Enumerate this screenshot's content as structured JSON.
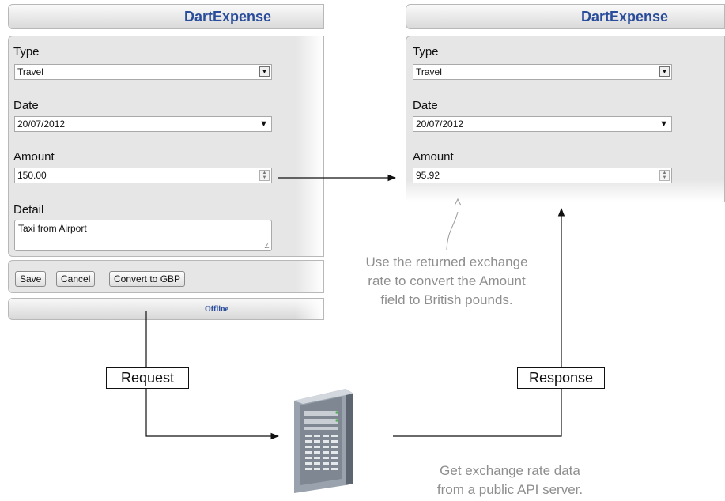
{
  "left_app": {
    "title": "DartExpense",
    "type_label": "Type",
    "type_value": "Travel",
    "date_label": "Date",
    "date_value": "20/07/2012",
    "amount_label": "Amount",
    "amount_value": "150.00",
    "detail_label": "Detail",
    "detail_value": "Taxi from Airport",
    "buttons": {
      "save": "Save",
      "cancel": "Cancel",
      "convert": "Convert to GBP"
    },
    "status": "Offline"
  },
  "right_app": {
    "title": "DartExpense",
    "type_label": "Type",
    "type_value": "Travel",
    "date_label": "Date",
    "date_value": "20/07/2012",
    "amount_label": "Amount",
    "amount_value": "95.92"
  },
  "labels": {
    "request": "Request",
    "response": "Response"
  },
  "annotations": {
    "convert_line1": "Use the returned exchange",
    "convert_line2": "rate to convert the Amount",
    "convert_line3": "field to British pounds.",
    "server_line1": "Get exchange rate data",
    "server_line2": "from a public API server."
  }
}
